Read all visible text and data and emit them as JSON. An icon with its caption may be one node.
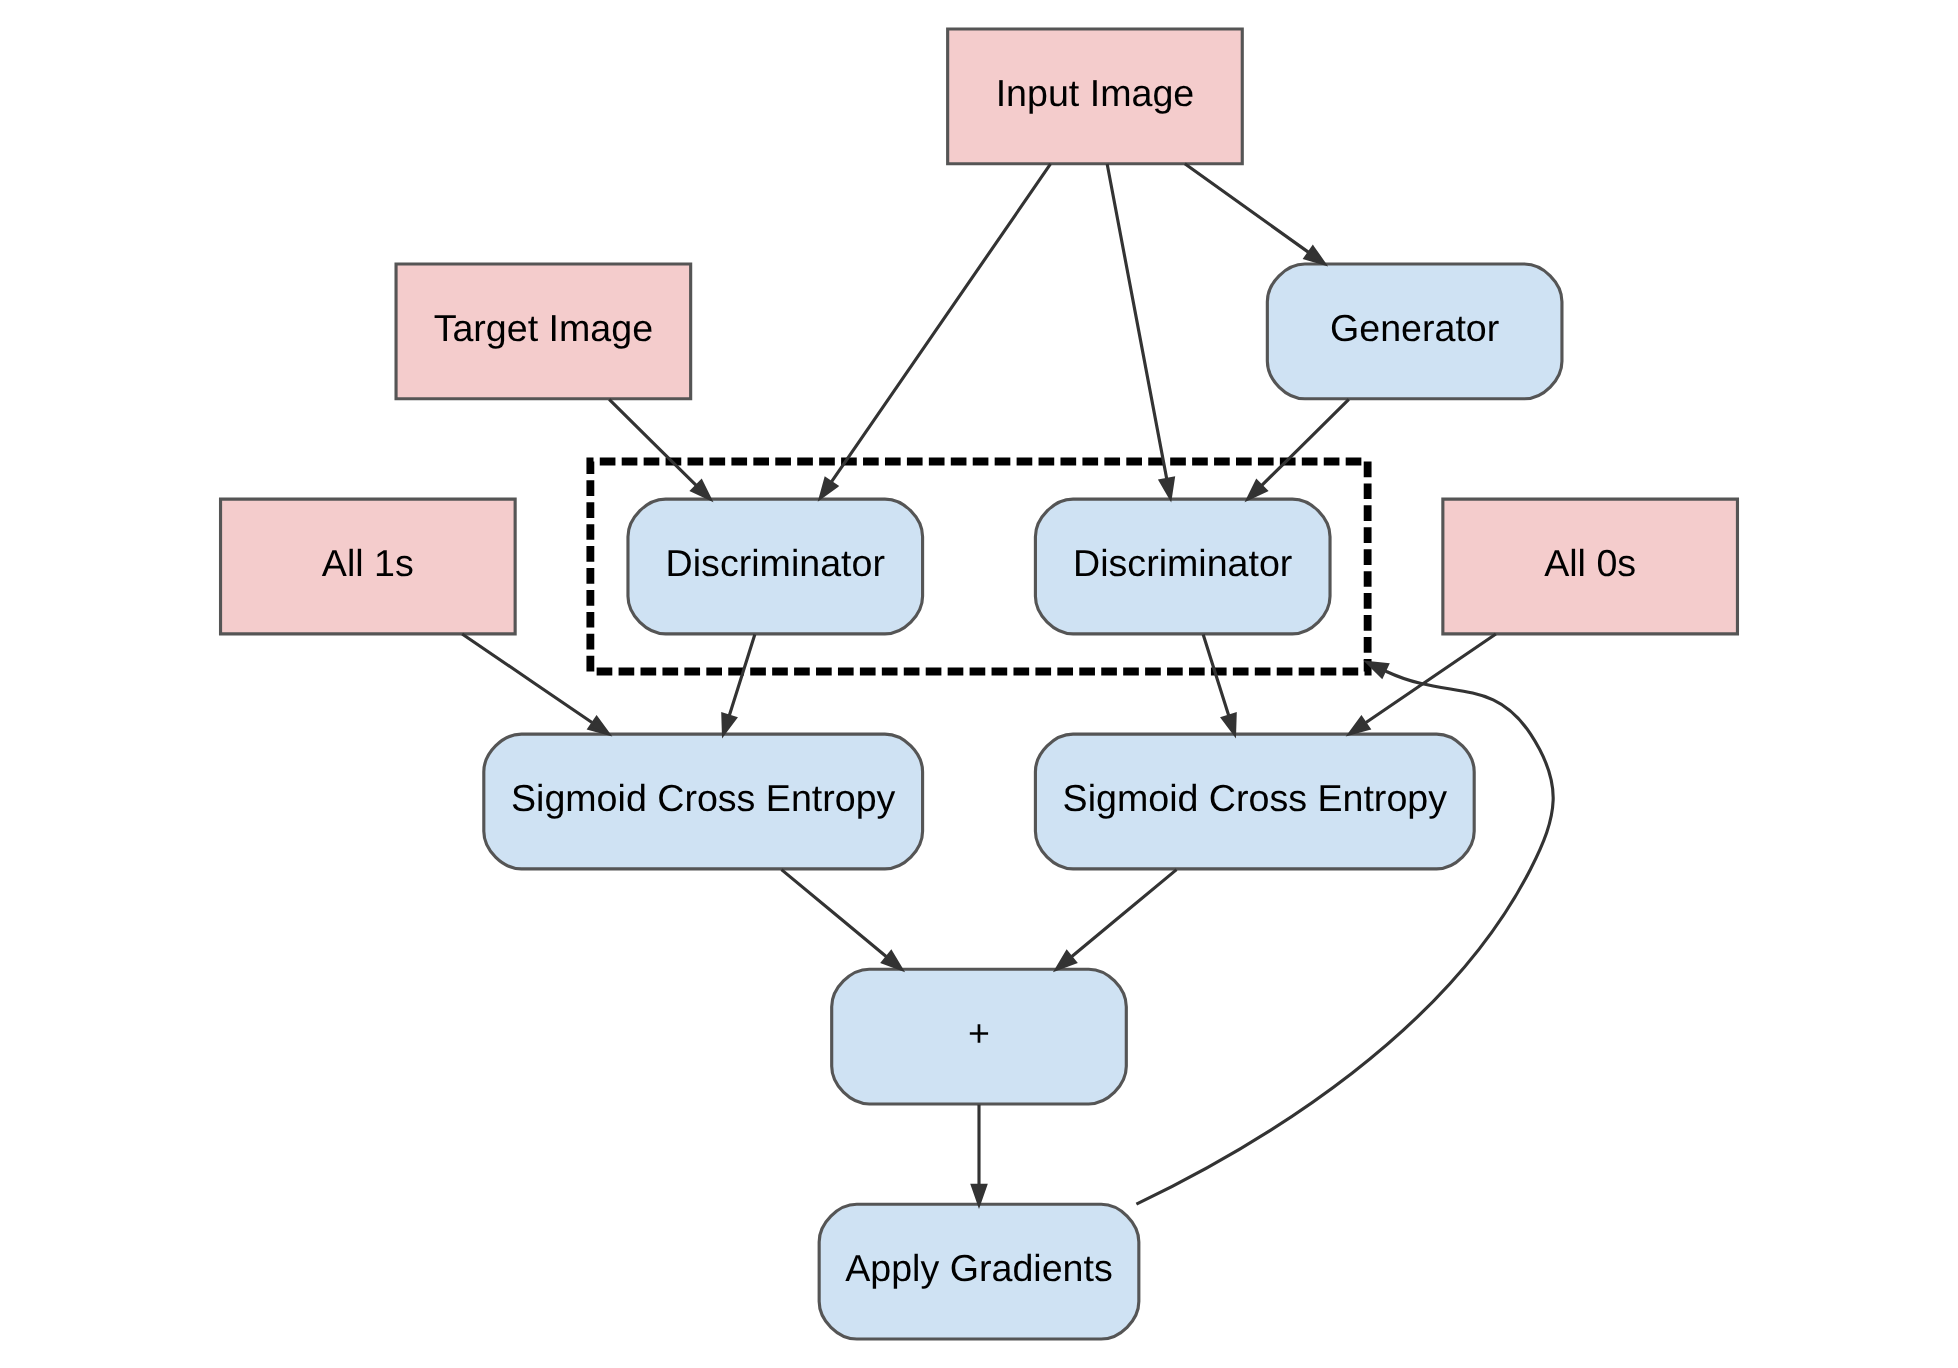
{
  "diagram": {
    "nodes": [
      {
        "text": [
          "Target Image"
        ]
      },
      {
        "text": [
          "Input Image"
        ]
      },
      {
        "text": [
          "Generator"
        ]
      },
      {
        "text": [],
        "shape": "box"
      },
      {
        "text": [
          "Discriminator"
        ],
        "in": 3
      },
      {
        "text": [
          "Discriminator"
        ],
        "in": 3
      },
      {
        "text": [
          "All 1s"
        ]
      },
      {
        "text": [
          "All 0s"
        ]
      },
      {
        "text": [
          "Sigmoid Cross Entropy"
        ]
      },
      {
        "text": [
          "Sigmoid Cross Entropy"
        ]
      },
      {
        "text": [
          "+"
        ]
      },
      {
        "text": [
          "Apply Gradients"
        ]
      }
    ],
    "edges": [
      {
        "from": 0,
        "to": 4,
        "arrow": "to"
      },
      {
        "from": 1,
        "to": 4,
        "arrow": "to"
      },
      {
        "from": 1,
        "to": 5,
        "arrow": "to"
      },
      {
        "from": 1,
        "to": 2,
        "arrow": "to"
      },
      {
        "from": 2,
        "to": 5,
        "arrow": "to"
      },
      {
        "from": 4,
        "to": 8,
        "arrow": "to"
      },
      {
        "from": 6,
        "to": 8,
        "arrow": "to"
      },
      {
        "from": 5,
        "to": 9,
        "arrow": "to"
      },
      {
        "from": 7,
        "to": 9,
        "arrow": "to"
      },
      {
        "from": 8,
        "to": 10,
        "arrow": "to"
      },
      {
        "from": 9,
        "to": 10,
        "arrow": "to"
      },
      {
        "from": 10,
        "to": 11,
        "arrow": "to"
      },
      {
        "from": 11,
        "to": 3,
        "arrow": "to"
      }
    ]
  }
}
